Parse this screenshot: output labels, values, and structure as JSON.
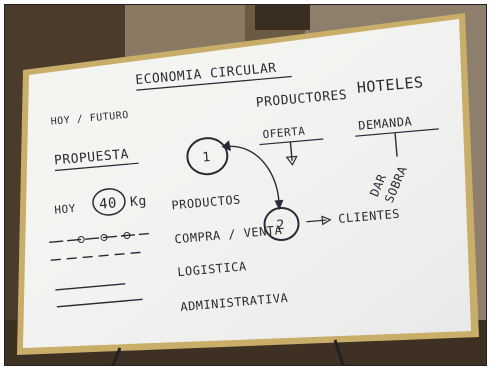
{
  "photo": {
    "description_free": true,
    "board": {
      "title": "ECONOMIA CIRCULAR",
      "left_notes": {
        "top_note": "HOY / FUTURO",
        "propuesta": "PROPUESTA",
        "hoy": "HOY",
        "amount": "40",
        "unit": "Kg"
      },
      "circle_1": "1",
      "circle_2": "2",
      "list_items": [
        "PRODUCTOS",
        "COMPRA / VENTA",
        "LOGISTICA",
        "ADMINISTRATIVA"
      ],
      "right_block": {
        "heading_left": "PRODUCTORES",
        "heading_right": "HOTELES",
        "oferta": "OFERTA",
        "demanda": "DEMANDA",
        "clientes": "CLIENTES",
        "rotated_1": "DAR",
        "rotated_2": "SOBRA"
      }
    }
  }
}
